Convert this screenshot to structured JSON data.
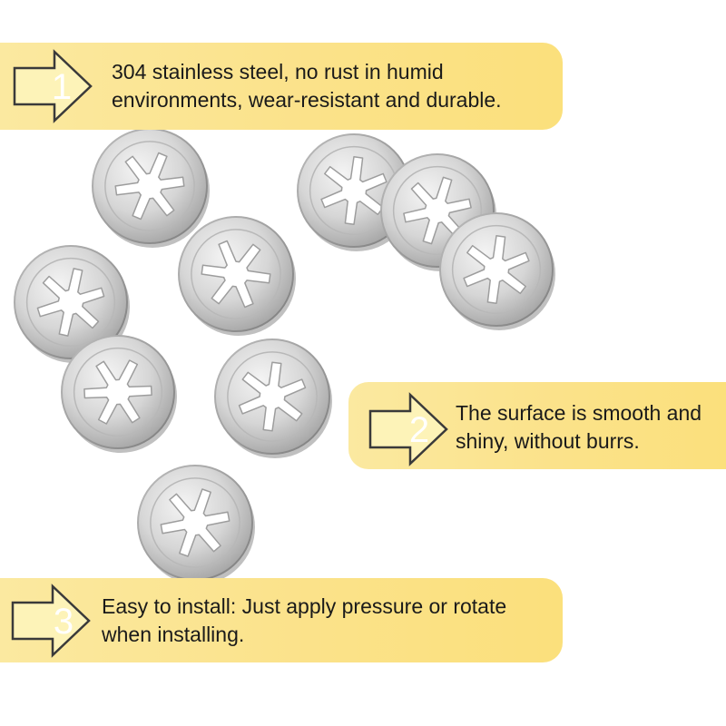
{
  "features": [
    {
      "number": "1",
      "text": "304 stainless steel, no rust in humid environments, wear-resistant and durable."
    },
    {
      "number": "2",
      "text": "The surface is smooth and shiny, without burrs."
    },
    {
      "number": "3",
      "text": "Easy to install: Just apply pressure or rotate when installing."
    }
  ],
  "colors": {
    "banner": "#fbe28a",
    "arrow_fill": "#fdf3b8",
    "arrow_stroke": "#3a3a3a",
    "number": "#ffffff",
    "steel_light": "#e9e9e9",
    "steel_dark": "#9a9a9a"
  },
  "product": {
    "name": "star lock washers",
    "count": 9,
    "teeth_per_washer": 6
  }
}
